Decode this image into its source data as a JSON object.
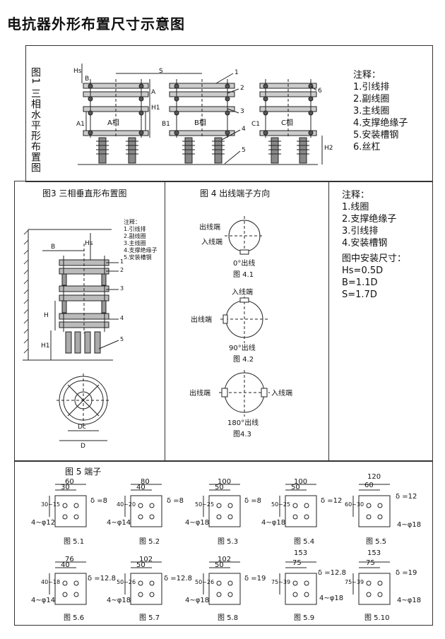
{
  "page_title": "电抗器外形布置尺寸示意图",
  "fig1": {
    "vertical_title": "图1 三相水平形布置图",
    "notes_title": "注释：",
    "notes": [
      "1.引线排",
      "2.副线圈",
      "3.主线圈",
      "4.支撑绝缘子",
      "5.安装槽钢",
      "6.丝杠"
    ],
    "phase_labels": [
      "A相",
      "B相",
      "C相"
    ],
    "terminal_labels": [
      "A1",
      "B1",
      "C1"
    ],
    "dim_labels": {
      "hs": "Hs",
      "b": "B",
      "s": "S",
      "h1": "H1",
      "h2": "H2",
      "a": "A"
    },
    "callouts": [
      "1",
      "2",
      "3",
      "4",
      "5",
      "6"
    ]
  },
  "fig3": {
    "title": "图3 三相垂直形布置图",
    "notes_title": "注释：",
    "notes": [
      "1.引线排",
      "2.副线圈",
      "3.主线圈",
      "4.支撑绝缘子",
      "5.安装槽钢"
    ],
    "dim_labels": {
      "b": "B",
      "hs": "Hs",
      "h": "H",
      "h1": "H1",
      "dc": "Dc",
      "d": "D"
    },
    "callouts": [
      "1",
      "2",
      "3",
      "4",
      "5"
    ]
  },
  "fig4": {
    "title": "图 4 出线端子方向",
    "sub": [
      {
        "labels": [
          "出线端",
          "入线端"
        ],
        "angle": "0°出线",
        "caption": "图 4.1"
      },
      {
        "labels": [
          "入线端",
          "出线端"
        ],
        "angle": "90°出线",
        "caption": "图 4.2"
      },
      {
        "labels": [
          "出线端",
          "入线端"
        ],
        "angle": "180°出线",
        "caption": "图4.3"
      }
    ]
  },
  "right_notes": {
    "title": "注释：",
    "items": [
      "1.线圈",
      "2.支撑绝缘子",
      "3.引线排",
      "4.安装槽钢"
    ],
    "dims_title": "图中安装尺寸：",
    "dims": [
      "Hs=0.5D",
      "B=1.1D",
      "S=1.7D"
    ]
  },
  "fig5": {
    "title": "图 5 端子",
    "terminals": [
      {
        "caption": "图 5.1",
        "top1": "60",
        "top2": "30",
        "left": "30~15",
        "delta": "δ =8",
        "hole": "4~φ12"
      },
      {
        "caption": "图 5.2",
        "top1": "80",
        "top2": "40",
        "left": "40~20",
        "delta": "δ =8",
        "hole": "4~φ14"
      },
      {
        "caption": "图 5.3",
        "top1": "100",
        "top2": "50",
        "left": "50~25",
        "delta": "δ =8",
        "hole": "4~φ18"
      },
      {
        "caption": "图 5.4",
        "top1": "100",
        "top2": "50",
        "left": "50~25",
        "delta": "δ =12",
        "hole": "4~φ18"
      },
      {
        "caption": "图 5.5",
        "top1": "120",
        "top2": "60",
        "left": "60~30",
        "delta": "δ =12",
        "hole": "4~φ18"
      },
      {
        "caption": "图 5.6",
        "top1": "76",
        "top2": "40",
        "left": "40~18",
        "delta": "δ =12.8",
        "hole": "4~φ14"
      },
      {
        "caption": "图 5.7",
        "top1": "102",
        "top2": "50",
        "left": "50~26",
        "delta": "δ =12.8",
        "hole": "4~φ18"
      },
      {
        "caption": "图 5.8",
        "top1": "102",
        "top2": "50",
        "left": "50~26",
        "delta": "δ =19",
        "hole": "4~φ18"
      },
      {
        "caption": "图 5.9",
        "top1": "153",
        "top2": "75",
        "left": "75~39",
        "delta": "δ =12.8",
        "hole": "4~φ18"
      },
      {
        "caption": "图 5.10",
        "top1": "153",
        "top2": "75",
        "left": "75~39",
        "delta": "δ =19",
        "hole": "4~φ18"
      }
    ]
  }
}
